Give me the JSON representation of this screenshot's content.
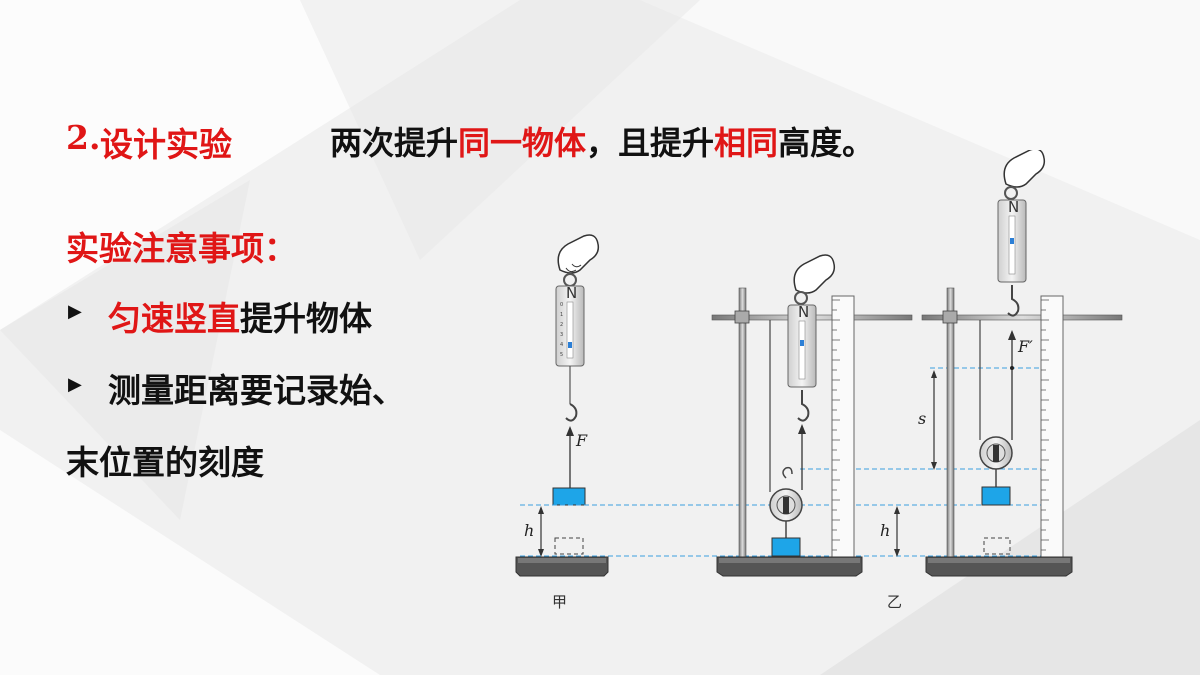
{
  "slide": {
    "heading_number": "2.",
    "heading_label": "设计实验",
    "statement": {
      "p1": "两次提升",
      "p2": "同一物体",
      "p3": "，且提升",
      "p4": "相同",
      "p5": "高度。"
    },
    "notes_title": "实验注意事项：",
    "bullet1": {
      "red": "匀速竖直",
      "black": "提升物体"
    },
    "bullet2_line1": "测量距离要记录始、",
    "bullet2_line2": "末位置的刻度"
  },
  "figure": {
    "label_F": "F",
    "label_F_prime": "F′",
    "label_h_left": "h",
    "label_h_right": "h",
    "label_s": "s",
    "caption_left": "甲",
    "caption_right": "乙",
    "scale_unit": "N",
    "scale_ticks": [
      "0",
      "1",
      "2",
      "3",
      "4",
      "5"
    ]
  },
  "colors": {
    "accent_red": "#e01616",
    "block_blue": "#1ea5e8",
    "dash_blue": "#3aa0e0"
  }
}
